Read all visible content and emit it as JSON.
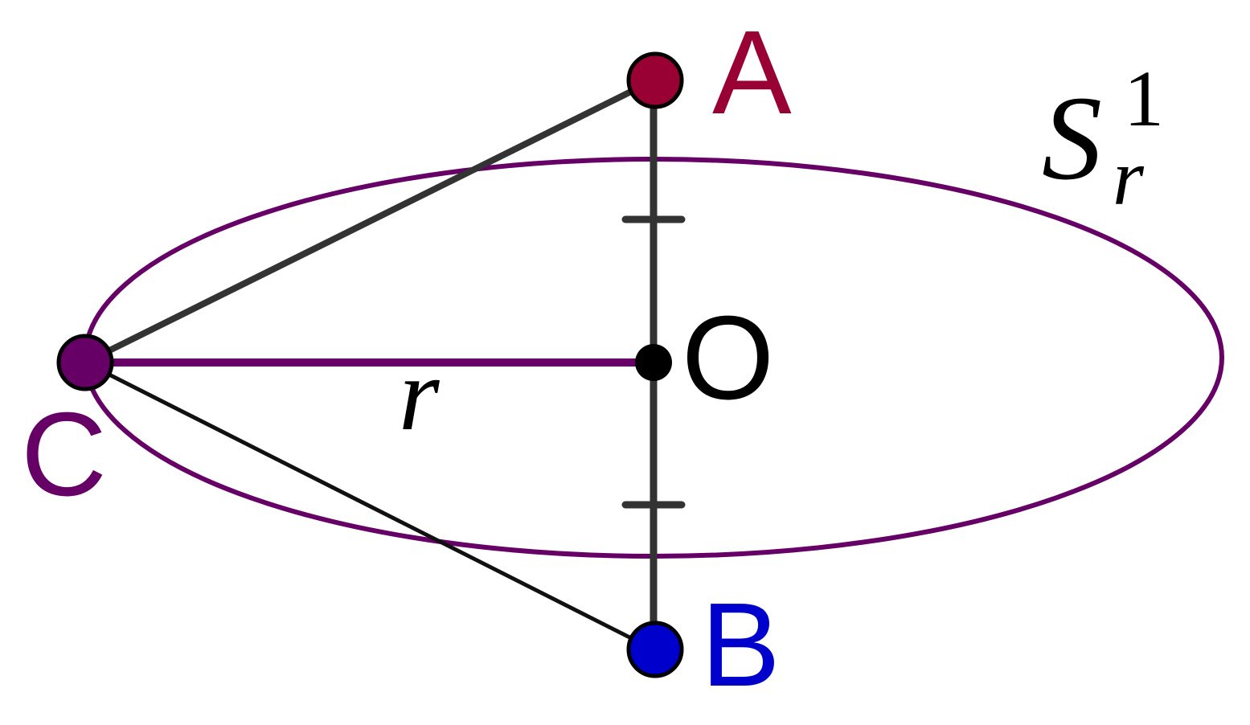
{
  "colors": {
    "segment": "#333333",
    "circle": "#660066",
    "radius": "#660066",
    "cb_segment": "#111111",
    "point_A": "#990033",
    "point_B": "#0000cc",
    "point_C": "#660066",
    "point_O": "#000000",
    "outline": "#000000"
  },
  "points": {
    "A": {
      "label": "A"
    },
    "B": {
      "label": "B"
    },
    "C": {
      "label": "C"
    },
    "O": {
      "label": "O"
    }
  },
  "radius_label": "r",
  "circle_label": {
    "base": "S",
    "superscript": "1",
    "subscript": "r"
  }
}
